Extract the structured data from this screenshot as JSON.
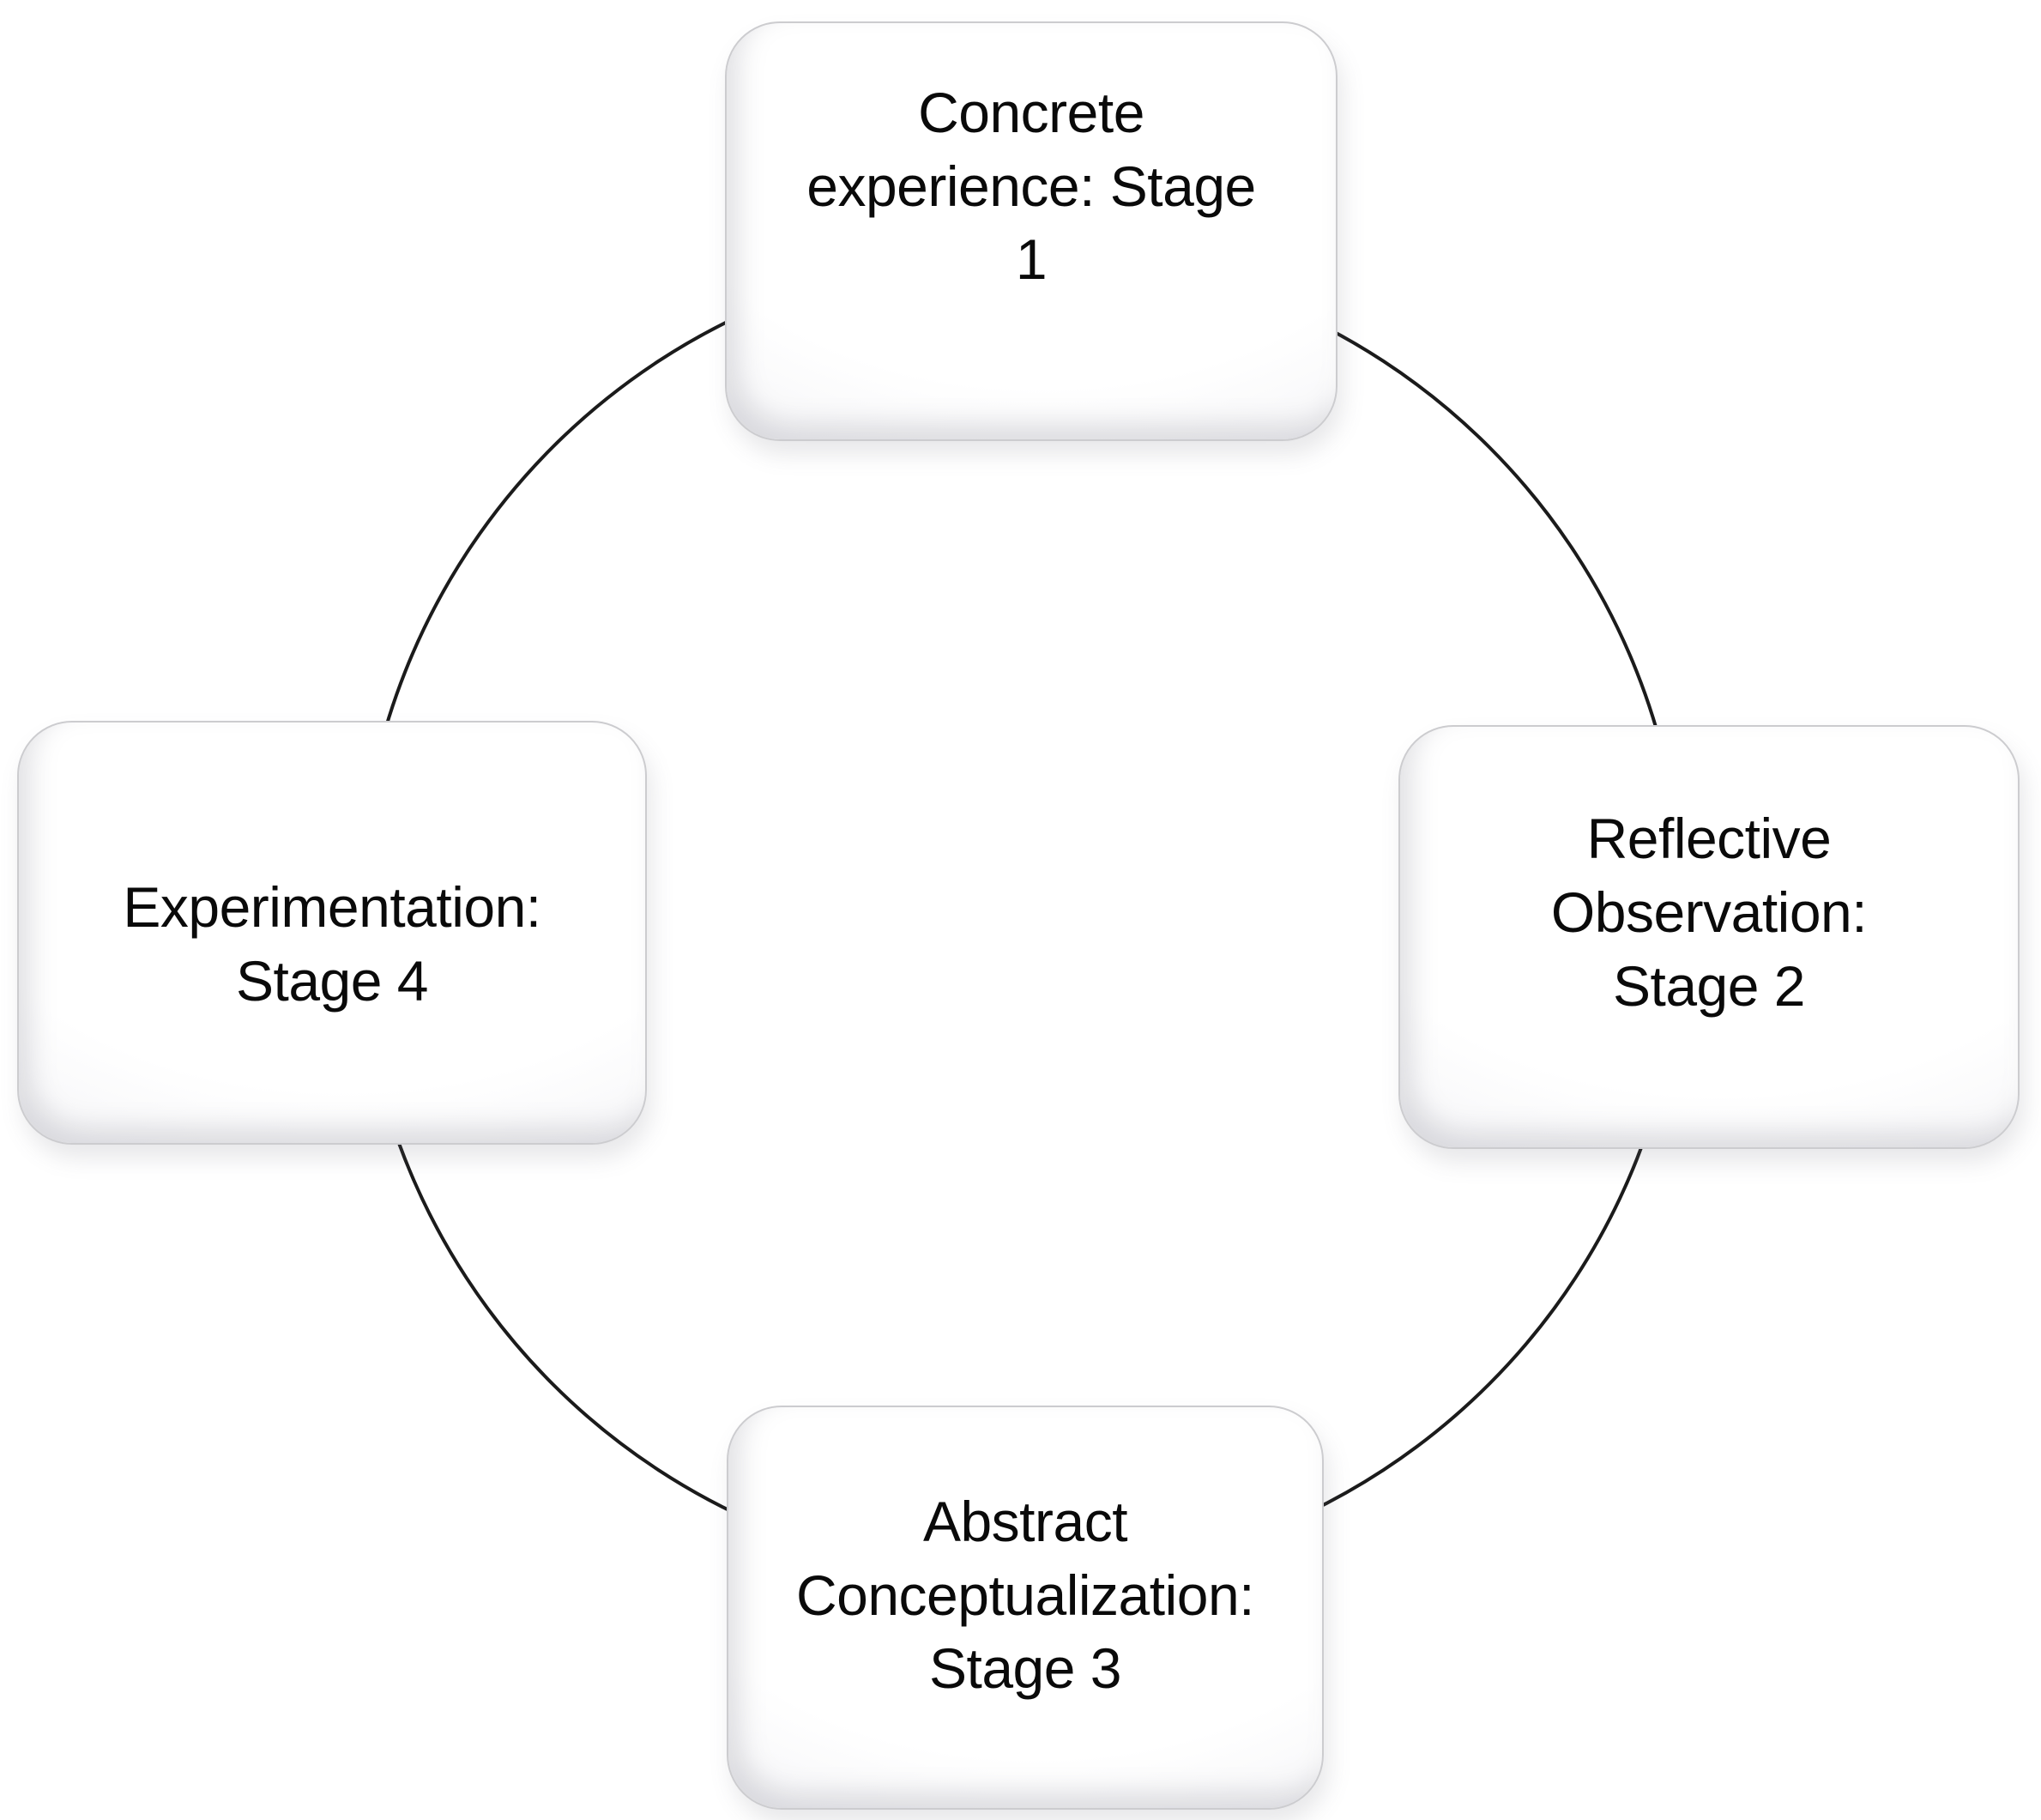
{
  "page": {
    "background_color": "#ffffff"
  },
  "diagram": {
    "type": "cycle",
    "connector": {
      "shape": "circle",
      "color": "#1b1b1b",
      "stroke_width": "4"
    },
    "node_style": {
      "fill": "#ffffff",
      "edge_color": "#cccccf",
      "text_color": "#0a0a0a"
    },
    "nodes": [
      {
        "id": "stage-1",
        "position": "top",
        "label": "Concrete\nexperience: Stage\n1"
      },
      {
        "id": "stage-2",
        "position": "right",
        "label": "Reflective\nObservation:\nStage 2"
      },
      {
        "id": "stage-3",
        "position": "bottom",
        "label": "Abstract\nConceptualization:\nStage 3"
      },
      {
        "id": "stage-4",
        "position": "left",
        "label": "Experimentation:\nStage 4"
      }
    ]
  }
}
